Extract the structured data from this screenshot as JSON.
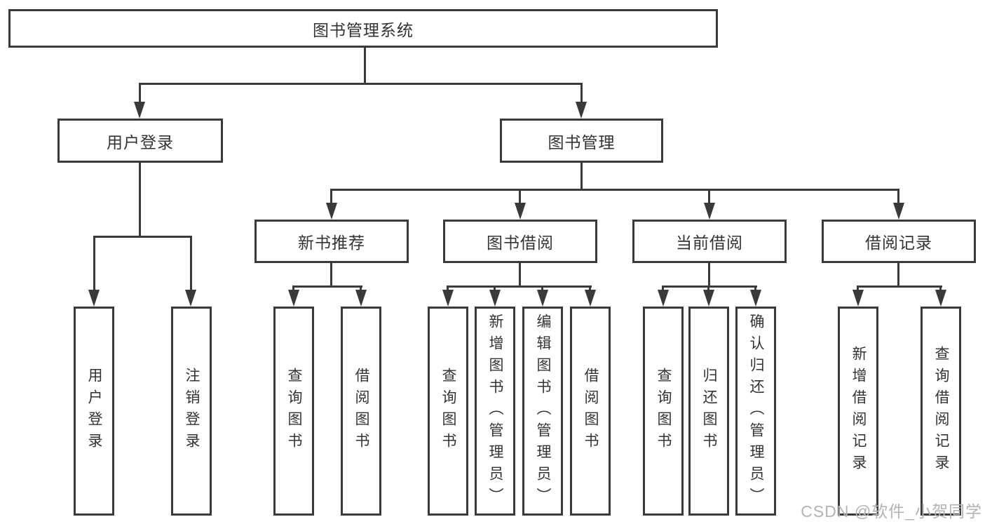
{
  "diagram": {
    "watermark": "CSDN @软件_小贺同学",
    "colors": {
      "line": "#3a3a3a",
      "text": "#333333",
      "watermark": "#b3b3b3",
      "background": "#ffffff"
    },
    "tree": {
      "root": {
        "label": "图书管理系统",
        "children": [
          {
            "label": "用户登录",
            "children": [
              {
                "label": "用户登录"
              },
              {
                "label": "注销登录"
              }
            ]
          },
          {
            "label": "图书管理",
            "children": [
              {
                "label": "新书推荐",
                "children": [
                  {
                    "label": "查询图书"
                  },
                  {
                    "label": "借阅图书"
                  }
                ]
              },
              {
                "label": "图书借阅",
                "children": [
                  {
                    "label": "查询图书"
                  },
                  {
                    "label": "新增图书（管理员）"
                  },
                  {
                    "label": "编辑图书（管理员）"
                  },
                  {
                    "label": "借阅图书"
                  }
                ]
              },
              {
                "label": "当前借阅",
                "children": [
                  {
                    "label": "查询图书"
                  },
                  {
                    "label": "归还图书"
                  },
                  {
                    "label": "确认归还（管理员）"
                  }
                ]
              },
              {
                "label": "借阅记录",
                "children": [
                  {
                    "label": "新增借阅记录"
                  },
                  {
                    "label": "查询借阅记录"
                  }
                ]
              }
            ]
          }
        ]
      }
    }
  }
}
